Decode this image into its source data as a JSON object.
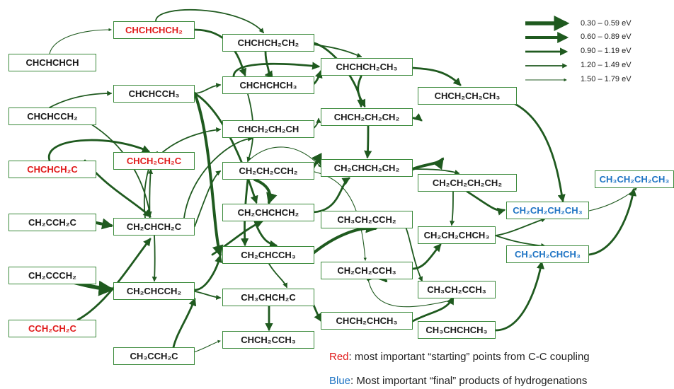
{
  "colors": {
    "arrow": "#1f5a1f",
    "node_border": "#3b8a3b",
    "red": "#e01b1b",
    "blue": "#1f74c4",
    "text": "#1a1a1a"
  },
  "nodes": {
    "n1": "CHCHCHCH",
    "n2": "CHCHCCH₂",
    "n3": "CHCHCH₂C",
    "n4": "CH₂CCH₂C",
    "n5": "CH₂CCCH₂",
    "n6": "CCH₂CH₂C",
    "n7": "CHCHCHCH₂",
    "n8": "CHCHCCH₃",
    "n9": "CHCH₂CH₂C",
    "n10": "CH₂CHCH₂C",
    "n11": "CH₂CHCCH₂",
    "n12": "CH₃CCH₂C",
    "n13": "CHCHCH₂CH₂",
    "n14": "CHCHCHCH₃",
    "n15": "CHCH₂CH₂CH",
    "n16": "CH₂CH₂CCH₂",
    "n17": "CH₂CHCHCH₂",
    "n18": "CH₂CHCCH₃",
    "n19": "CH₃CHCH₂C",
    "n20": "CHCH₂CCH₃",
    "n21": "CHCHCH₂CH₃",
    "n22": "CHCH₂CH₂CH₂",
    "n23": "CH₂CHCH₂CH₂",
    "n24": "CH₃CH₂CCH₂",
    "n25": "CH₂CH₂CCH₃",
    "n26": "CHCH₂CHCH₃",
    "n27": "CHCH₂CH₂CH₃",
    "n28": "CH₂CH₂CH₂CH₂",
    "n29": "CH₂CH₂CHCH₃",
    "n30": "CH₃CH₂CCH₃",
    "n31": "CH₃CHCHCH₃",
    "n32": "CH₂CH₂CH₂CH₃",
    "n33": "CH₃CH₂CHCH₃",
    "n34": "CH₃CH₂CH₂CH₃"
  },
  "legend": [
    {
      "label": "0.30 – 0.59 eV"
    },
    {
      "label": "0.60 – 0.89 eV"
    },
    {
      "label": "0.90 – 1.19 eV"
    },
    {
      "label": "1.20 – 1.49 eV"
    },
    {
      "label": "1.50 – 1.79 eV"
    }
  ],
  "notes": {
    "red_key": "Red",
    "red_text": ": most important “starting” points from C-C coupling",
    "blue_key": "Blue",
    "blue_text": ": Most important  “final”  products of hydrogenations"
  }
}
